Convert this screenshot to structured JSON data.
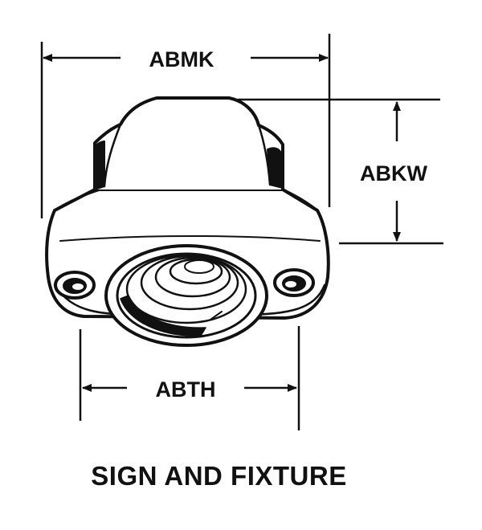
{
  "dimensions": {
    "overall_width": "ABMK",
    "height": "ABKW",
    "bore_width": "ABTH"
  },
  "caption": "SIGN AND FIXTURE",
  "colors": {
    "ink": "#111111",
    "paper": "#ffffff"
  }
}
